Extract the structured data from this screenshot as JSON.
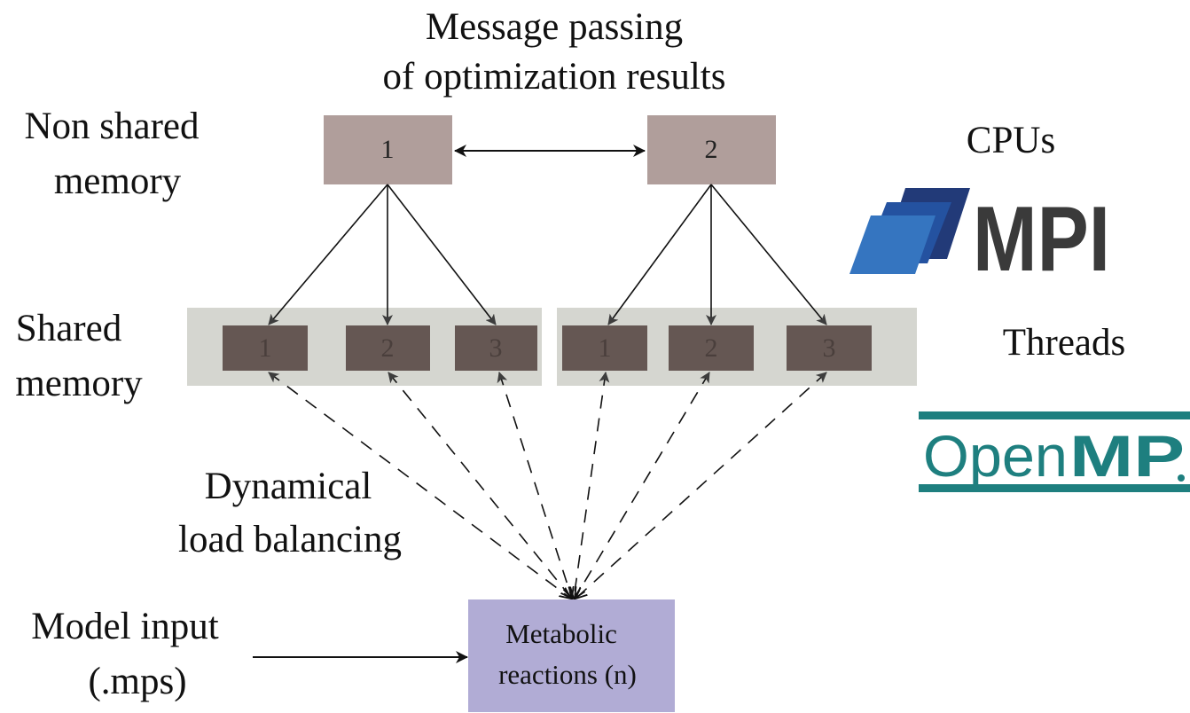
{
  "labels": {
    "message_passing": "Message passing",
    "optimization_results": "of optimization results",
    "non_shared_1": "Non shared",
    "non_shared_2": "memory",
    "shared_1": "Shared",
    "shared_2": "memory",
    "dynamical": "Dynamical",
    "load_balancing": "load balancing",
    "model_input": "Model input",
    "mps": "(.mps)",
    "cpus": "CPUs",
    "threads": "Threads"
  },
  "cpus": [
    {
      "id": "1"
    },
    {
      "id": "2"
    }
  ],
  "threads": {
    "group1": [
      "1",
      "2",
      "3"
    ],
    "group2": [
      "1",
      "2",
      "3"
    ]
  },
  "target": {
    "line1": "Metabolic",
    "line2": "reactions (n)"
  },
  "logos": {
    "mpi": "MPI",
    "openmp_open": "Open",
    "openmp_mp": "MP"
  },
  "colors": {
    "cpu_box": "#b09e9b",
    "thread_box": "#655753",
    "thread_text": "#4a3f3c",
    "shared_bg": "#d5d6d0",
    "target_box": "#b1acd5",
    "mpi_dark": "#223a78",
    "mpi_mid": "#2452a0",
    "mpi_light": "#3575c0",
    "mpi_text": "#3a3a3a",
    "openmp": "#1e7f7f",
    "arrow": "#3d3d3d"
  }
}
